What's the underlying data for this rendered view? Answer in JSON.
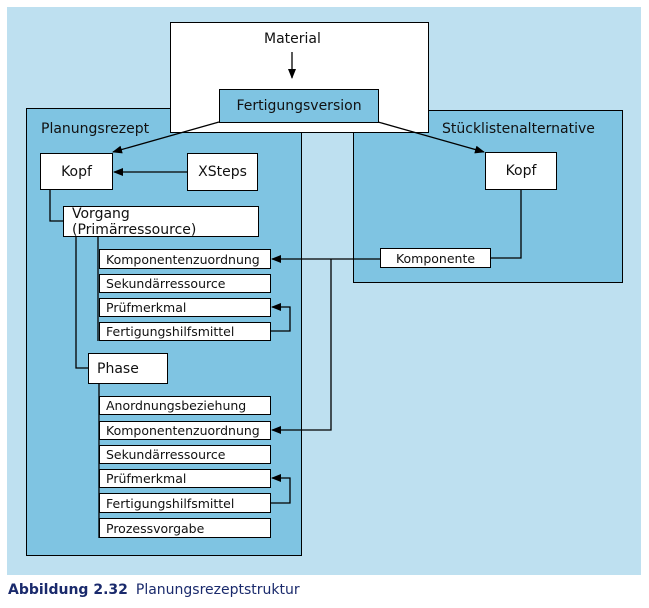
{
  "diagram": {
    "top": {
      "material": "Material",
      "fertigungsversion": "Fertigungsversion"
    },
    "planungsrezept": {
      "title": "Planungsrezept",
      "kopf": "Kopf",
      "xsteps": "XSteps",
      "vorgang": "Vorgang (Primärressource)",
      "vorgang_children": [
        "Komponentenzuordnung",
        "Sekundärressource",
        "Prüfmerkmal",
        "Fertigungshilfsmittel"
      ],
      "phase": "Phase",
      "phase_children": [
        "Anordnungsbeziehung",
        "Komponentenzuordnung",
        "Sekundärressource",
        "Prüfmerkmal",
        "Fertigungshilfsmittel",
        "Prozessvorgabe"
      ]
    },
    "stuecklistenalternative": {
      "title": "Stücklistenalternative",
      "kopf": "Kopf",
      "komponente": "Komponente"
    }
  },
  "caption": {
    "label": "Abbildung 2.32",
    "text": "Planungsrezeptstruktur"
  },
  "colors": {
    "background": "#bee0f0",
    "group_fill": "#7fc4e2",
    "caption": "#1a2a6c"
  }
}
